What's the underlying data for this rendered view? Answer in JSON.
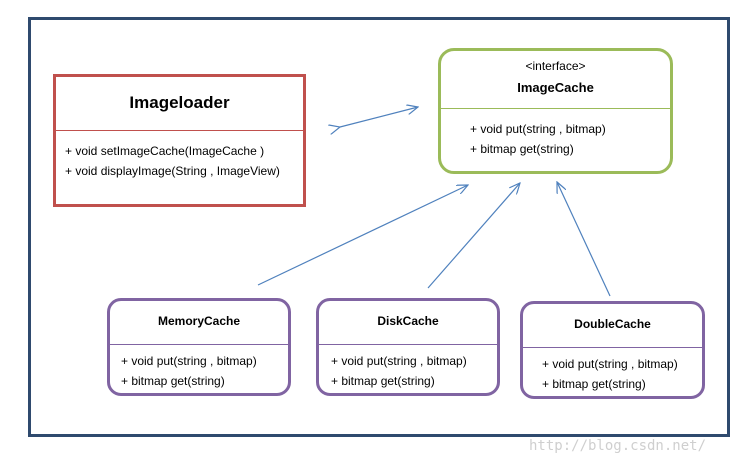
{
  "diagram": {
    "imageloader": {
      "title": "Imageloader",
      "methods": [
        "+ void setImageCache(ImageCache )",
        "+ void displayImage(String , ImageView)"
      ]
    },
    "imagecache": {
      "stereotype": "<interface>",
      "title": "ImageCache",
      "methods": [
        "+ void put(string , bitmap)",
        "+ bitmap get(string)"
      ]
    },
    "implementations": [
      {
        "title": "MemoryCache",
        "methods": [
          "+ void put(string , bitmap)",
          "+ bitmap get(string)"
        ]
      },
      {
        "title": "DiskCache",
        "methods": [
          "+ void put(string , bitmap)",
          "+ bitmap get(string)"
        ]
      },
      {
        "title": "DoubleCache",
        "methods": [
          "+ void put(string , bitmap)",
          "+ bitmap get(string)"
        ]
      }
    ],
    "colors": {
      "frame": "#2f4a6e",
      "loader_border": "#c0504d",
      "interface_border": "#9bbb59",
      "impl_border": "#8064a2",
      "connector": "#4f81bd"
    }
  },
  "watermark": "http://blog.csdn.net/"
}
